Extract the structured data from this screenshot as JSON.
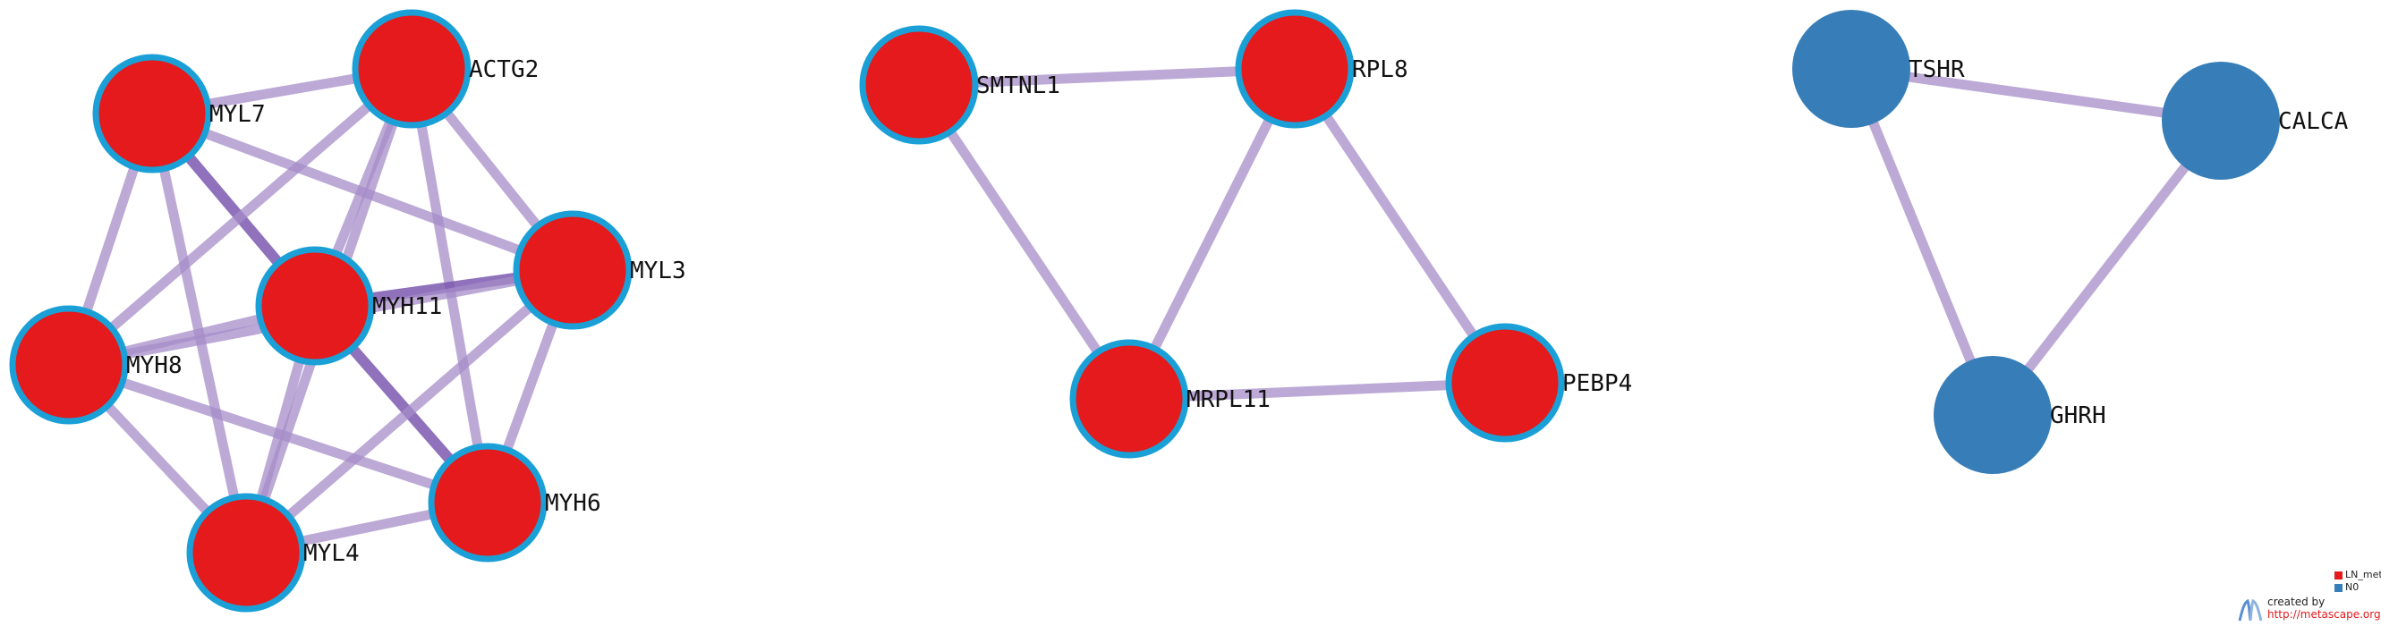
{
  "colors": {
    "node_fill_ln_meta": "#e41a1c",
    "node_fill_n0": "#377eb8",
    "node_border": "#1aa0d6",
    "edge": "#a58cc8",
    "edge_strong": "#7b58b0"
  },
  "nodes": [
    {
      "id": "ACTG2",
      "label": "ACTG2",
      "group": "LN_meta"
    },
    {
      "id": "MYL7",
      "label": "MYL7",
      "group": "LN_meta"
    },
    {
      "id": "MYL3",
      "label": "MYL3",
      "group": "LN_meta"
    },
    {
      "id": "MYH11",
      "label": "MYH11",
      "group": "LN_meta"
    },
    {
      "id": "MYH8",
      "label": "MYH8",
      "group": "LN_meta"
    },
    {
      "id": "MYH6",
      "label": "MYH6",
      "group": "LN_meta"
    },
    {
      "id": "MYL4",
      "label": "MYL4",
      "group": "LN_meta"
    },
    {
      "id": "SMTNL1",
      "label": "SMTNL1",
      "group": "LN_meta"
    },
    {
      "id": "RPL8",
      "label": "RPL8",
      "group": "LN_meta"
    },
    {
      "id": "MRPL11",
      "label": "MRPL11",
      "group": "LN_meta"
    },
    {
      "id": "PEBP4",
      "label": "PEBP4",
      "group": "LN_meta"
    },
    {
      "id": "TSHR",
      "label": "TSHR",
      "group": "N0"
    },
    {
      "id": "CALCA",
      "label": "CALCA",
      "group": "N0"
    },
    {
      "id": "GHRH",
      "label": "GHRH",
      "group": "N0"
    }
  ],
  "edges": [
    {
      "source": "MYL7",
      "target": "ACTG2",
      "strength": "normal"
    },
    {
      "source": "MYL7",
      "target": "MYL3",
      "strength": "normal"
    },
    {
      "source": "MYL7",
      "target": "MYH11",
      "strength": "strong"
    },
    {
      "source": "MYL7",
      "target": "MYH8",
      "strength": "normal"
    },
    {
      "source": "MYL7",
      "target": "MYL4",
      "strength": "normal"
    },
    {
      "source": "ACTG2",
      "target": "MYL3",
      "strength": "normal"
    },
    {
      "source": "ACTG2",
      "target": "MYH11",
      "strength": "normal"
    },
    {
      "source": "ACTG2",
      "target": "MYH8",
      "strength": "normal"
    },
    {
      "source": "ACTG2",
      "target": "MYH6",
      "strength": "normal"
    },
    {
      "source": "ACTG2",
      "target": "MYL4",
      "strength": "normal"
    },
    {
      "source": "MYH11",
      "target": "MYL3",
      "strength": "strong"
    },
    {
      "source": "MYH11",
      "target": "MYH8",
      "strength": "normal"
    },
    {
      "source": "MYH11",
      "target": "MYH6",
      "strength": "strong"
    },
    {
      "source": "MYH11",
      "target": "MYL4",
      "strength": "normal"
    },
    {
      "source": "MYH8",
      "target": "MYL3",
      "strength": "normal"
    },
    {
      "source": "MYH8",
      "target": "MYH6",
      "strength": "normal"
    },
    {
      "source": "MYH8",
      "target": "MYL4",
      "strength": "normal"
    },
    {
      "source": "MYL3",
      "target": "MYH6",
      "strength": "normal"
    },
    {
      "source": "MYL3",
      "target": "MYL4",
      "strength": "normal"
    },
    {
      "source": "MYH6",
      "target": "MYL4",
      "strength": "normal"
    },
    {
      "source": "SMTNL1",
      "target": "RPL8",
      "strength": "normal"
    },
    {
      "source": "SMTNL1",
      "target": "MRPL11",
      "strength": "normal"
    },
    {
      "source": "RPL8",
      "target": "MRPL11",
      "strength": "normal"
    },
    {
      "source": "RPL8",
      "target": "PEBP4",
      "strength": "normal"
    },
    {
      "source": "MRPL11",
      "target": "PEBP4",
      "strength": "normal"
    },
    {
      "source": "TSHR",
      "target": "CALCA",
      "strength": "normal"
    },
    {
      "source": "TSHR",
      "target": "GHRH",
      "strength": "normal"
    },
    {
      "source": "CALCA",
      "target": "GHRH",
      "strength": "normal"
    }
  ],
  "legend": [
    {
      "label": "LN_meta",
      "color": "#e41a1c"
    },
    {
      "label": "N0",
      "color": "#377eb8"
    }
  ],
  "credit": {
    "line1": "created by",
    "line2": "http://metascape.org"
  }
}
